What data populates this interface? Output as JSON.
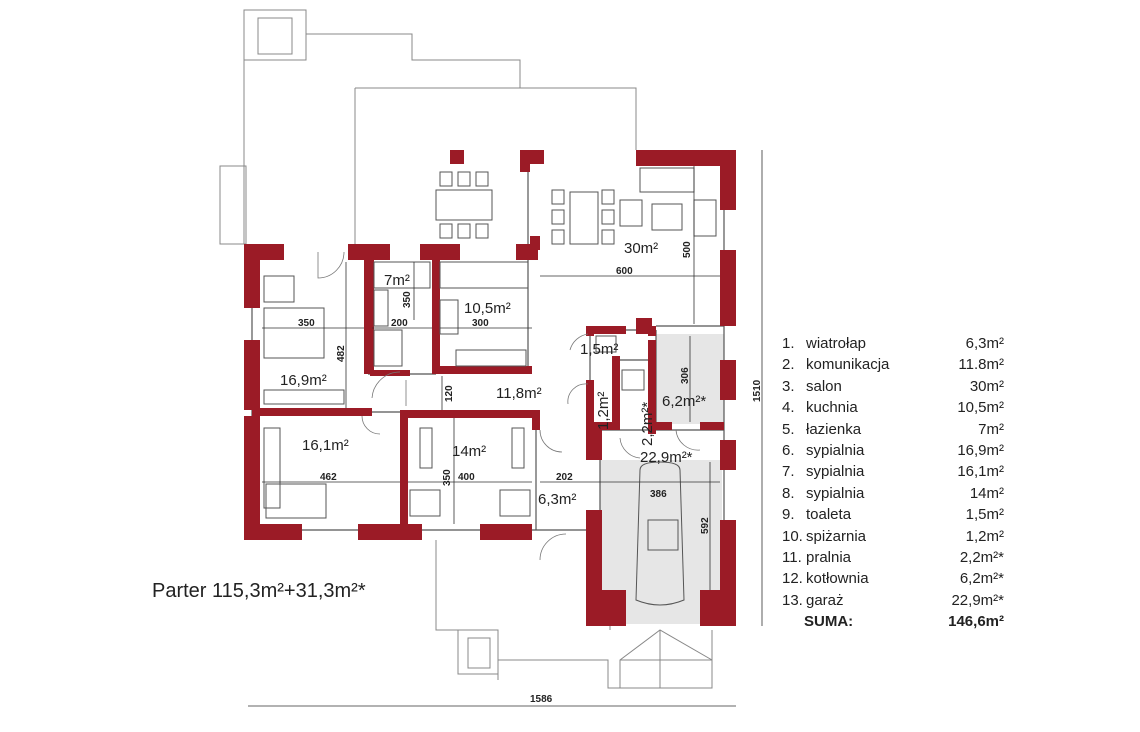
{
  "rooms": {
    "salon": "30m²",
    "lazienka": "7m²",
    "kuchnia": "10,5m²",
    "sypialnia_1": "16,9m²",
    "komunikacja": "11,8m²",
    "toaleta": "1,5m²",
    "spizarnia": "1,2m²",
    "pralnia": "2,2m²*",
    "kotlownia": "6,2m²*",
    "sypialnia_2": "16,1m²",
    "sypialnia_3": "14m²",
    "garaz": "22,9m²*",
    "wiatrolap": "6,3m²"
  },
  "dimensions": {
    "d600": "600",
    "d500": "500",
    "d350a": "350",
    "d350b": "350",
    "d200": "200",
    "d300": "300",
    "d482": "482",
    "d120": "120",
    "d306": "306",
    "d462": "462",
    "d350c": "350",
    "d400": "400",
    "d202": "202",
    "d386": "386",
    "d592": "592",
    "d1510": "1510",
    "d1586": "1586"
  },
  "title": "Parter 115,3m²+31,3m²*",
  "legend": [
    {
      "num": "1.",
      "name": "wiatrołap",
      "area": "6,3m²"
    },
    {
      "num": "2.",
      "name": "komunikacja",
      "area": "11.8m²"
    },
    {
      "num": "3.",
      "name": "salon",
      "area": "30m²"
    },
    {
      "num": "4.",
      "name": "kuchnia",
      "area": "10,5m²"
    },
    {
      "num": "5.",
      "name": "łazienka",
      "area": "7m²"
    },
    {
      "num": "6.",
      "name": "sypialnia",
      "area": "16,9m²"
    },
    {
      "num": "7.",
      "name": "sypialnia",
      "area": "16,1m²"
    },
    {
      "num": "8.",
      "name": "sypialnia",
      "area": "14m²"
    },
    {
      "num": "9.",
      "name": "toaleta",
      "area": "1,5m²"
    },
    {
      "num": "10.",
      "name": "spiżarnia",
      "area": "1,2m²"
    },
    {
      "num": "11.",
      "name": "pralnia",
      "area": "2,2m²*"
    },
    {
      "num": "12.",
      "name": "kotłownia",
      "area": "6,2m²*"
    },
    {
      "num": "13.",
      "name": "garaż",
      "area": "22,9m²*"
    }
  ],
  "sum": {
    "label": "SUMA:",
    "value": "146,6m²"
  },
  "colors": {
    "wall": "#9b1b26",
    "garage_floor": "#e6e6e6",
    "line": "#666666"
  }
}
